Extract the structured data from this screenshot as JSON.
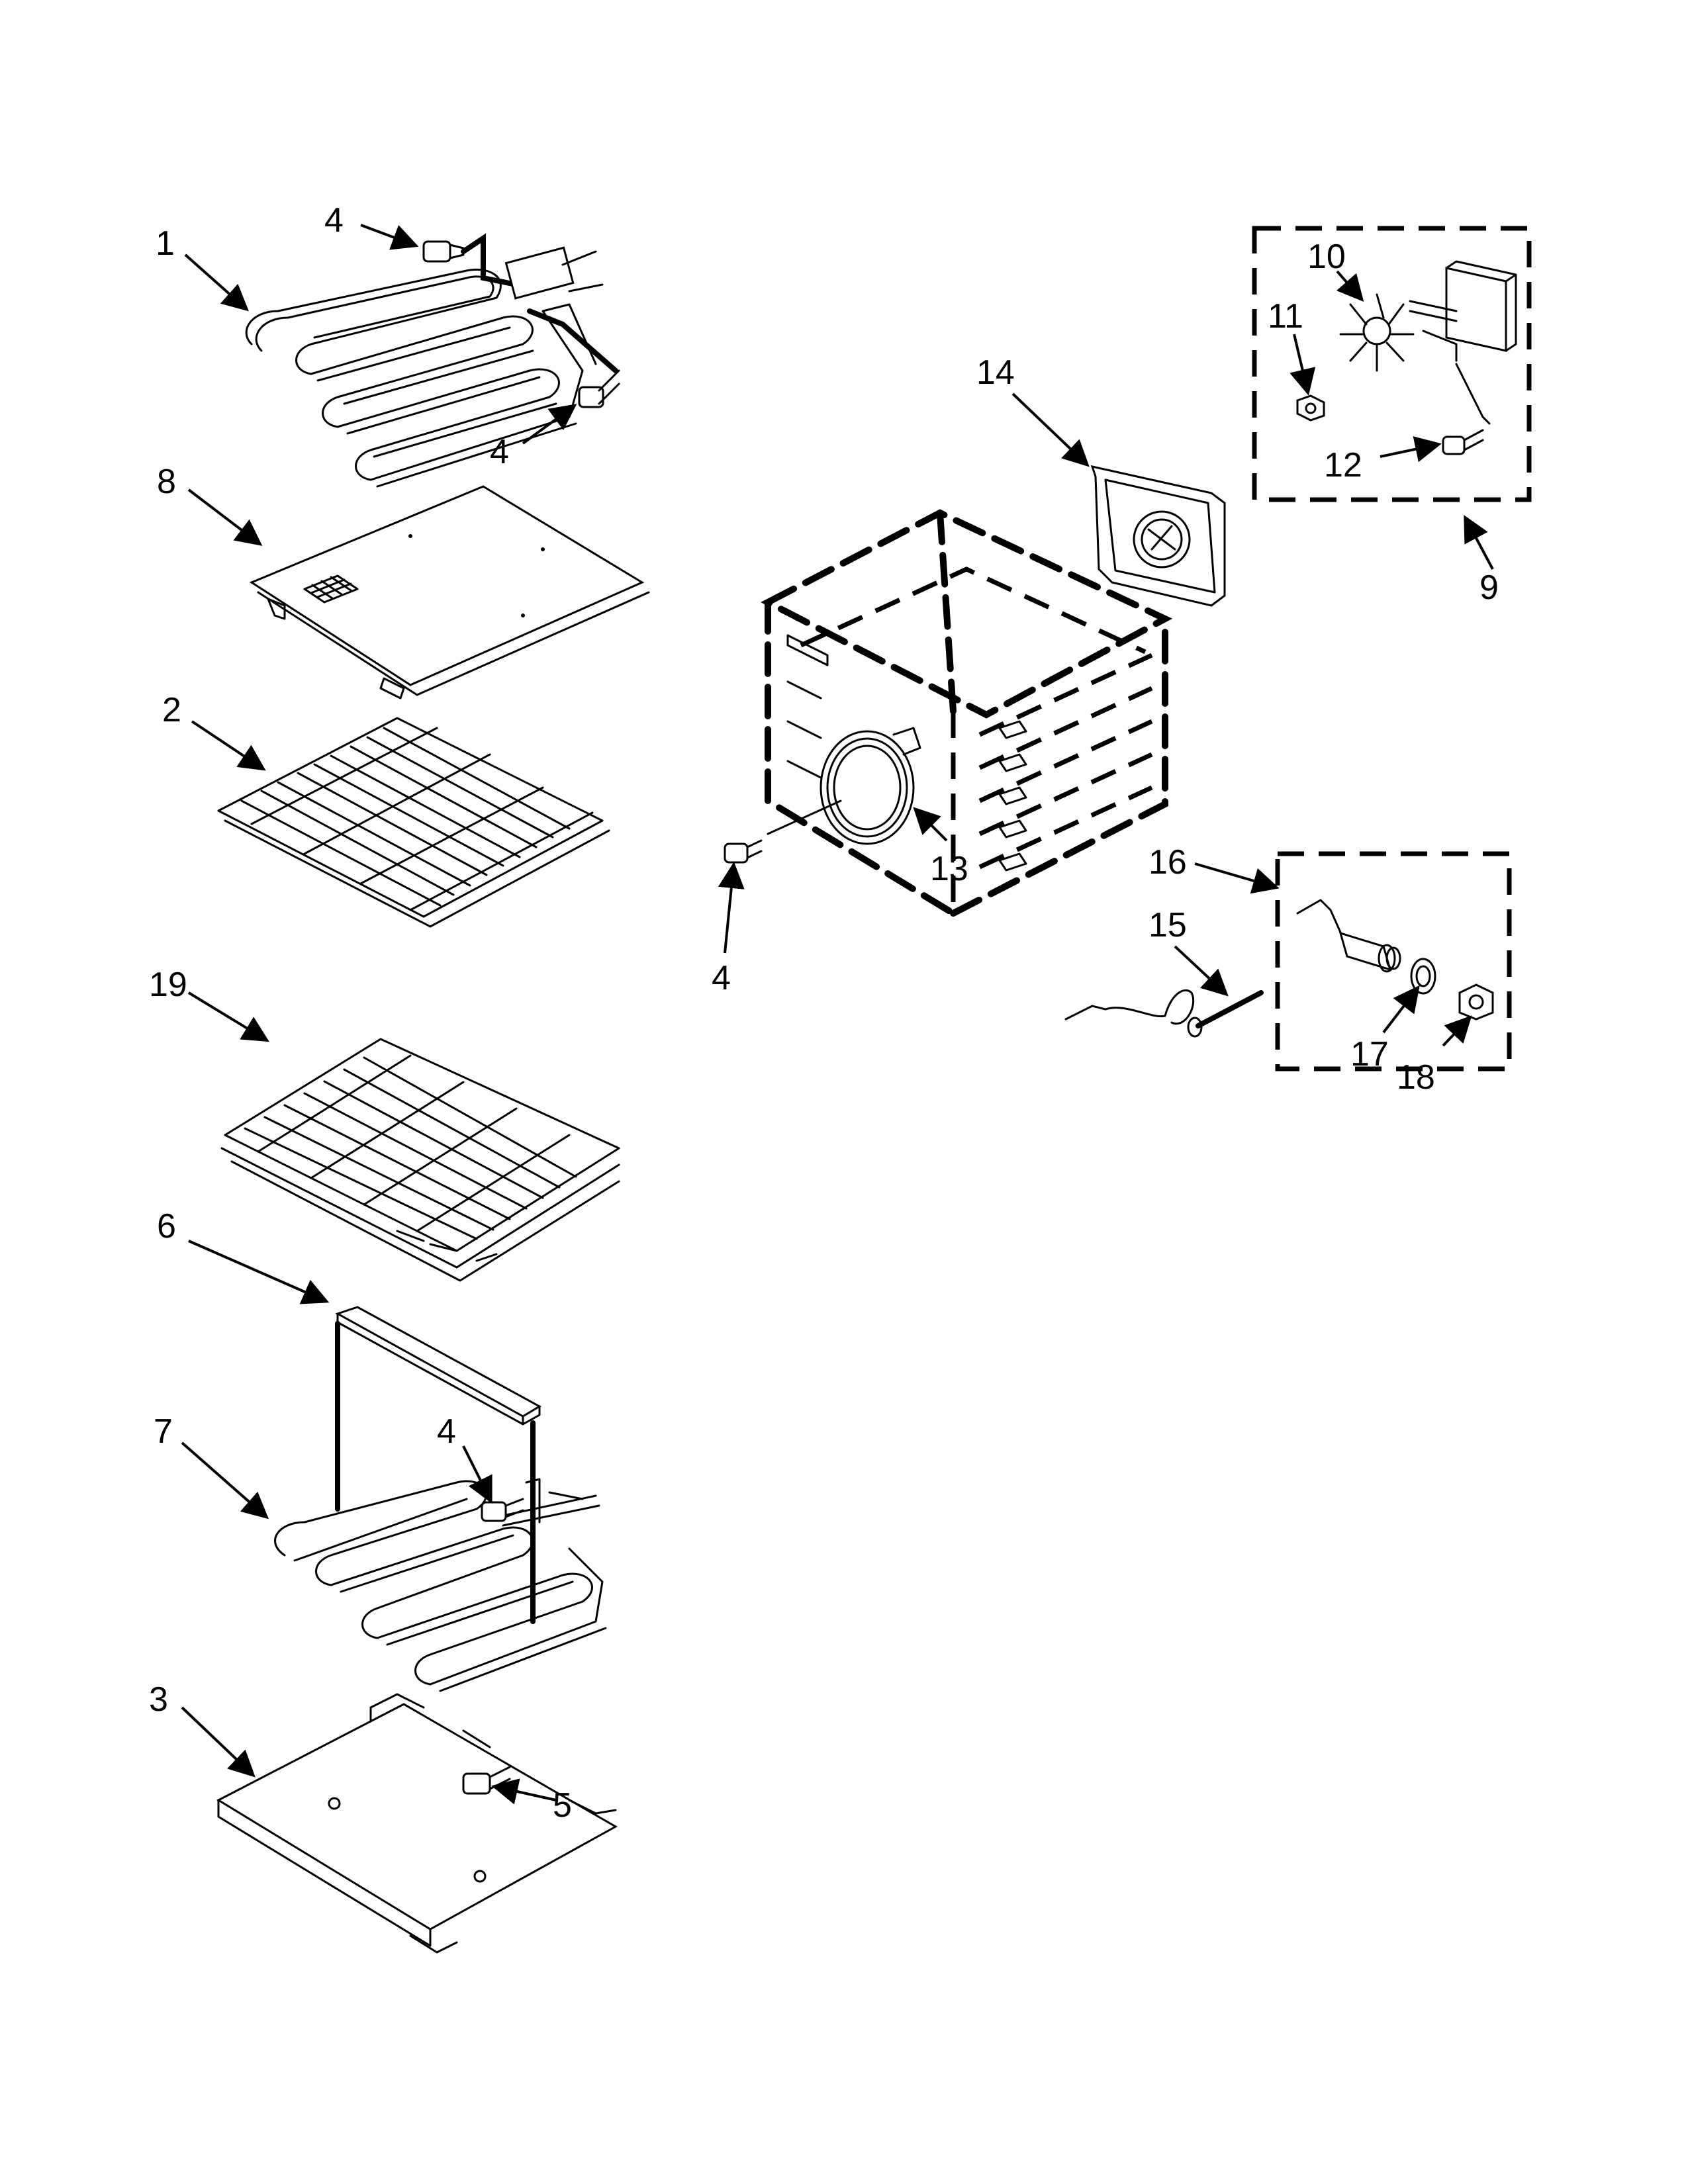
{
  "callouts": {
    "c1": "1",
    "c2": "2",
    "c3": "3",
    "c4a": "4",
    "c4b": "4",
    "c4c": "4",
    "c4d": "4",
    "c5": "5",
    "c6": "6",
    "c7": "7",
    "c8": "8",
    "c9": "9",
    "c10": "10",
    "c11": "11",
    "c12": "12",
    "c13": "13",
    "c14": "14",
    "c15": "15",
    "c16": "16",
    "c17": "17",
    "c18": "18",
    "c19": "19"
  }
}
